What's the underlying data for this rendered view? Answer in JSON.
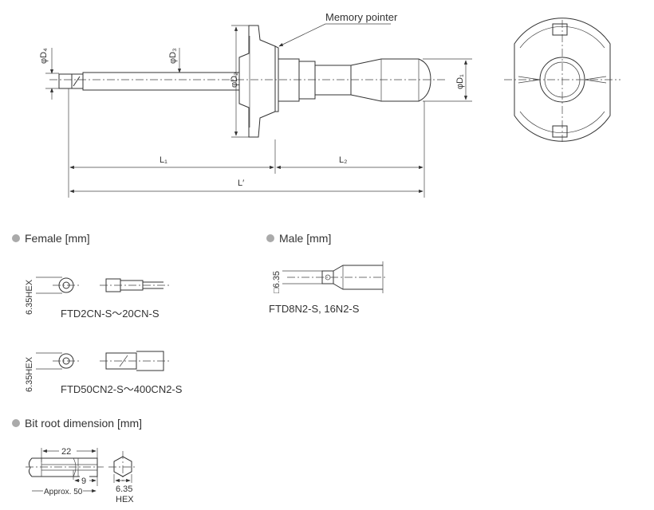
{
  "main_view": {
    "memory_pointer_label": "Memory pointer",
    "dim_d1": "φD₁",
    "dim_d2": "φD₂",
    "dim_d3": "φD₃",
    "dim_d4": "φD₄",
    "dim_l1": "L₁",
    "dim_l2": "L₂",
    "dim_l_total": "L′"
  },
  "female": {
    "header": "Female [mm]",
    "items": [
      {
        "hex_label": "6.35HEX",
        "model": "FTD2CN-S～20CN-S"
      },
      {
        "hex_label": "6.35HEX",
        "model": "FTD50CN2-S～400CN2-S"
      }
    ]
  },
  "male": {
    "header": "Male [mm]",
    "square_label": "□6.35",
    "model": "FTD8N2-S, 16N2-S"
  },
  "bit_root": {
    "header": "Bit root dimension [mm]",
    "length_22": "22",
    "length_9": "9",
    "approx_length": "Approx. 50",
    "hex_size": "6.35",
    "hex_unit": "HEX"
  }
}
